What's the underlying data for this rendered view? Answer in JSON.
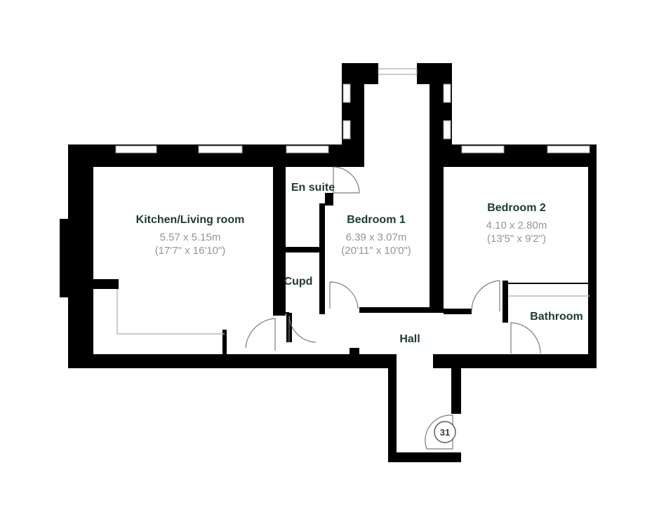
{
  "rooms": {
    "kitchen": {
      "name": "Kitchen/Living room",
      "dim_metric": "5.57 x 5.15m",
      "dim_imperial": "(17'7\" x 16'10\")"
    },
    "ensuite": {
      "name": "En suite"
    },
    "bedroom1": {
      "name": "Bedroom 1",
      "dim_metric": "6.39 x 3.07m",
      "dim_imperial": "(20'11\" x 10'0\")"
    },
    "bedroom2": {
      "name": "Bedroom 2",
      "dim_metric": "4.10 x 2.80m",
      "dim_imperial": "(13'5\" x 9'2\")"
    },
    "cupd": {
      "name": "Cupd"
    },
    "bathroom": {
      "name": "Bathroom"
    },
    "hall": {
      "name": "Hall"
    }
  },
  "unit_number": "31",
  "colors": {
    "wall": "#000000",
    "room_label": "#1d3c2c",
    "dimension_text": "#8f9990",
    "window": "#9a9a9a"
  }
}
